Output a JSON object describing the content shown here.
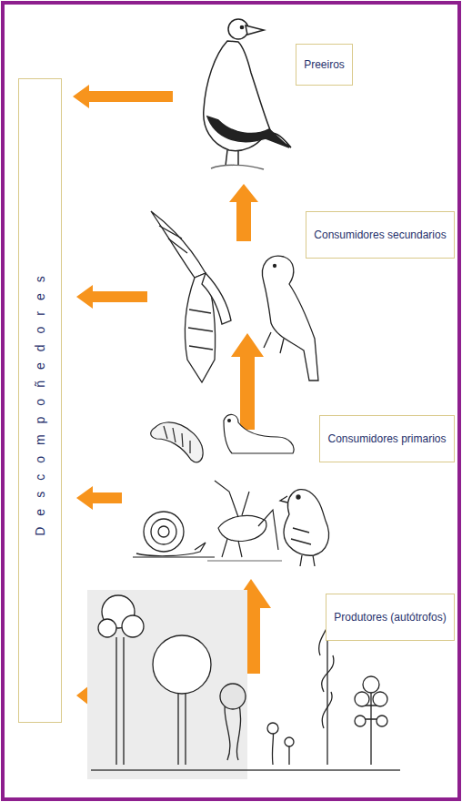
{
  "diagram": {
    "nodes": [
      {
        "text": [
          "Preeiros"
        ]
      },
      {
        "text": [
          "Consumidores secundarios"
        ]
      },
      {
        "text": [
          "Consumidores primarios"
        ]
      },
      {
        "text": [
          "Produtores (autótrofos)"
        ]
      },
      {
        "text": [
          "Descompoñedores"
        ]
      }
    ]
  }
}
